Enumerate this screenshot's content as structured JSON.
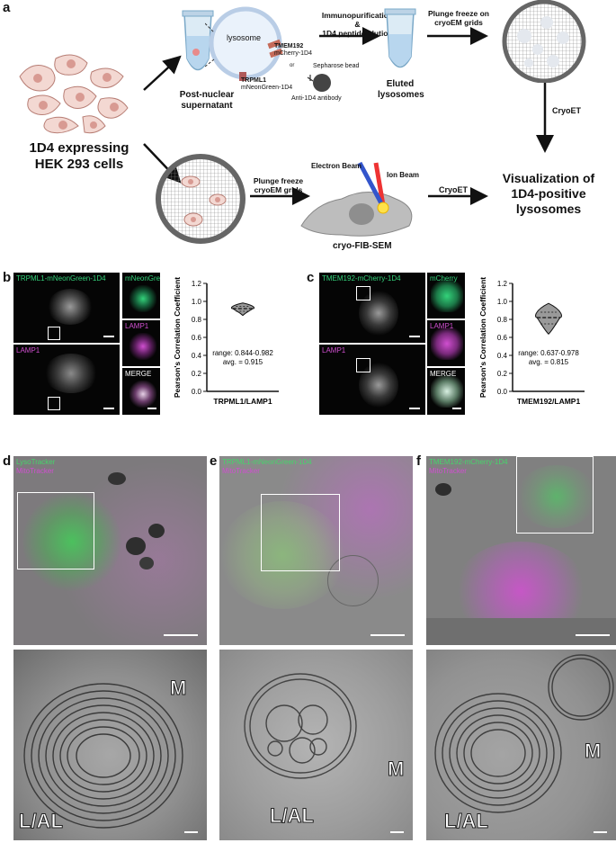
{
  "panels": {
    "a": "a",
    "b": "b",
    "c": "c",
    "d": "d",
    "e": "e",
    "f": "f"
  },
  "schematic": {
    "cells_label": "1D4 expressing\nHEK 293 cells",
    "post_nuclear": "Post-nuclear\nsupernatant",
    "lysosome": "lysosome",
    "tmem192": "TMEM192",
    "mcherry": "mCherry-1D4",
    "or": "or",
    "trpml1": "TRPML1",
    "mneon": "mNeonGreen-1D4",
    "sepharose": "Sepharose bead",
    "anti1d4": "Anti-1D4 antibody",
    "immuno": "Immunopurification\n&\n1D4 peptide elution",
    "eluted": "Eluted\nlysosomes",
    "plunge1": "Plunge freeze on\ncryoEM grids",
    "cryoet1": "CryoET",
    "plunge2": "Plunge freeze\ncryoEM grids",
    "electron_beam": "Electron Beam",
    "ion_beam": "Ion Beam",
    "cryoet2": "CryoET",
    "fibsem": "cryo-FIB-SEM",
    "visualization": "Visualization of\n1D4-positive\nlysosomes"
  },
  "panel_b": {
    "main_top": "TRPML1-mNeonGreen-1D4",
    "main_bottom": "LAMP1",
    "small": [
      "mNeonGreen",
      "LAMP1",
      "MERGE"
    ]
  },
  "panel_c": {
    "main_top": "TMEM192-mCherry-1D4",
    "main_bottom": "LAMP1",
    "small": [
      "mCherry",
      "LAMP1",
      "MERGE"
    ]
  },
  "panel_d": {
    "label1": "LysoTracker",
    "label2": "MitoTracker",
    "em_m": "M",
    "em_lal": "L/AL"
  },
  "panel_e": {
    "label1": "TRPML1-mNeonGreen-1D4",
    "label2": "MitoTracker",
    "em_m": "M",
    "em_lal": "L/AL"
  },
  "panel_f": {
    "label1": "TMEM192-mCherry-1D4",
    "label2": "MitoTracker",
    "em_m": "M",
    "em_lal": "L/AL"
  },
  "chart_data": [
    {
      "type": "violin",
      "ylabel": "Pearson's Correlation Coefficient",
      "categories": [
        "TRPML1/LAMP1"
      ],
      "ylim": [
        0.0,
        1.2
      ],
      "yticks": [
        "0.0",
        "0.2",
        "0.4",
        "0.6",
        "0.8",
        "1.0",
        "1.2"
      ],
      "range_text": "range: 0.844-0.982",
      "avg_text": "avg. = 0.915",
      "min": 0.844,
      "max": 0.982,
      "mean": 0.915,
      "median": 0.92,
      "q1": 0.89,
      "q3": 0.945
    },
    {
      "type": "violin",
      "ylabel": "Pearson's Correlation Coefficient",
      "categories": [
        "TMEM192/LAMP1"
      ],
      "ylim": [
        0.0,
        1.2
      ],
      "yticks": [
        "0.0",
        "0.2",
        "0.4",
        "0.6",
        "0.8",
        "1.0",
        "1.2"
      ],
      "range_text": "range: 0.637-0.978",
      "avg_text": "avg. = 0.815",
      "min": 0.637,
      "max": 0.978,
      "mean": 0.815,
      "median": 0.82,
      "q1": 0.75,
      "q3": 0.88
    }
  ],
  "colors": {
    "green": "#33d27a",
    "magenta": "#d04fd0",
    "grid": "#666666"
  }
}
